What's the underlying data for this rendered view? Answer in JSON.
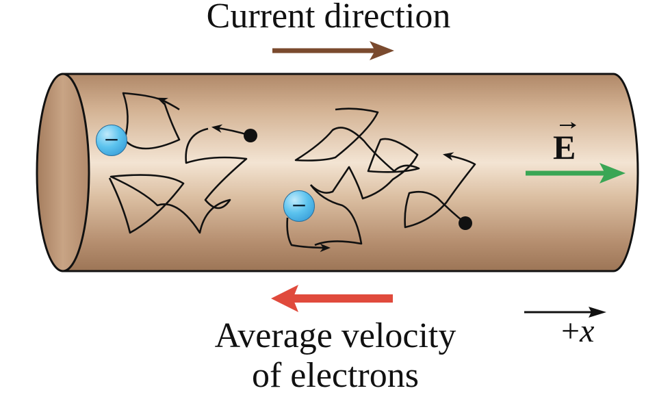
{
  "title": "Current direction",
  "field_label": "E",
  "axis_label_sign": "+",
  "axis_label_var": "x",
  "bottom_label_line1": "Average velocity",
  "bottom_label_line2": "of electrons",
  "electron_symbol": "−",
  "colors": {
    "current_arrow": "#7a4a2e",
    "field_arrow": "#3aa655",
    "velocity_arrow": "#e04a3c",
    "wire": "#c9a385",
    "electron": "#4fb8e8"
  },
  "icons": [
    "current-direction-arrow",
    "electric-field-arrow",
    "average-velocity-arrow",
    "positive-x-arrow",
    "electron-icon"
  ]
}
